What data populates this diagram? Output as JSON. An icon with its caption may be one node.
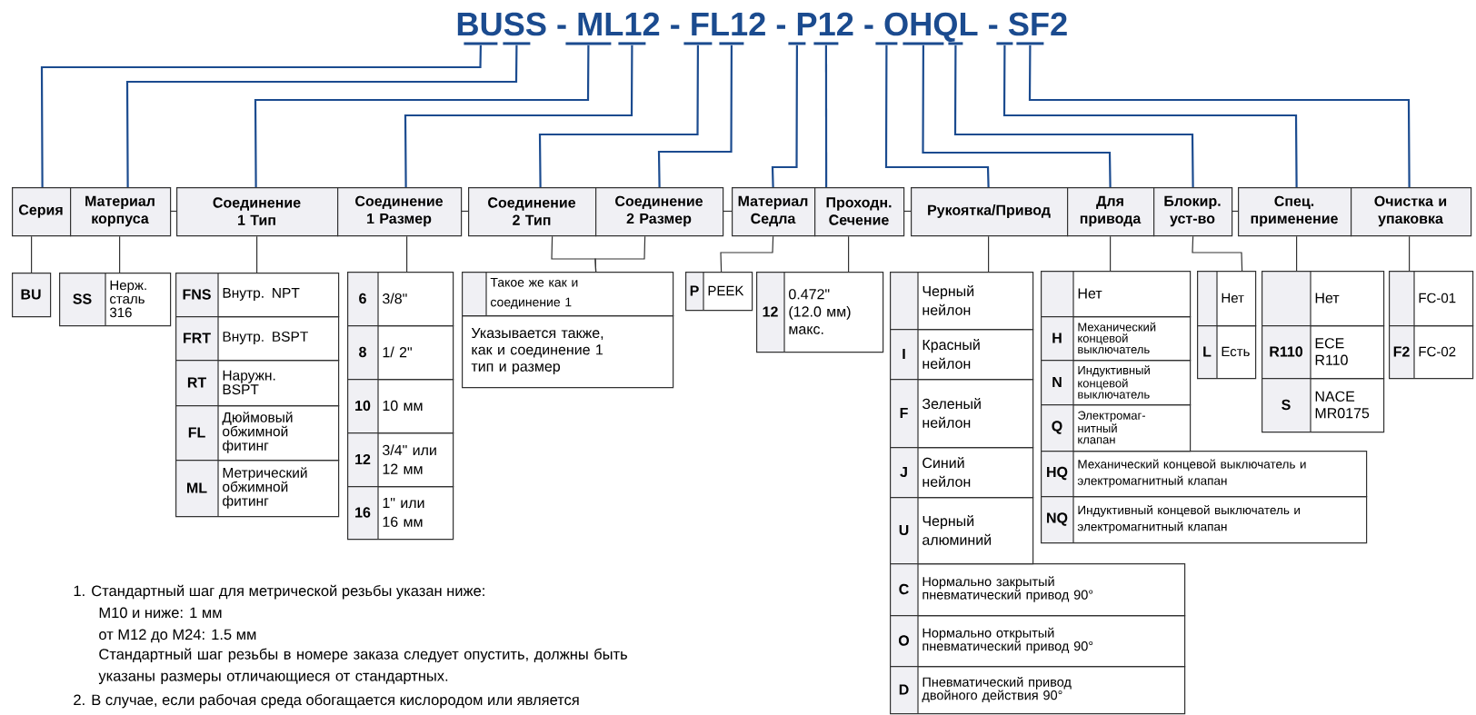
{
  "diagram": {
    "title": "BUSS - ML12 - FL12 - P12 - OHQL - SF2",
    "nodes": [
      {
        "text": [],
        "shape": "bar"
      },
      {
        "text": [],
        "shape": "bar"
      },
      {
        "text": [],
        "shape": "bar"
      },
      {
        "text": [],
        "shape": "bar"
      },
      {
        "text": [],
        "shape": "bar"
      },
      {
        "text": [],
        "shape": "bar"
      },
      {
        "text": [],
        "shape": "bar"
      },
      {
        "text": [],
        "shape": "bar"
      },
      {
        "text": [],
        "shape": "bar"
      },
      {
        "text": [],
        "shape": "bar"
      },
      {
        "text": [],
        "shape": "bar"
      },
      {
        "text": [],
        "shape": "bar"
      },
      {
        "text": [],
        "shape": "bar"
      },
      {
        "text": [
          "Серия"
        ]
      },
      {
        "text": [
          "Материал корпуса"
        ]
      },
      {
        "text": [
          "Соединение 1 Тип"
        ]
      },
      {
        "text": [
          "Соединение 1 Размер"
        ]
      },
      {
        "text": [
          "Соединение 2 Тип"
        ]
      },
      {
        "text": [
          "Соединение 2 Размер"
        ]
      },
      {
        "text": [
          "Материал Седла"
        ]
      },
      {
        "text": [
          "Проходн. Сечение"
        ]
      },
      {
        "text": [
          "Рукоятка/Привод"
        ]
      },
      {
        "text": [
          "Для привода"
        ]
      },
      {
        "text": [
          "Блокир. уст-во"
        ]
      },
      {
        "text": [
          "Спец. применение"
        ]
      },
      {
        "text": [
          "Очистка и упаковка"
        ]
      },
      {
        "text": [
          "BU"
        ]
      },
      {
        "text": [
          "SS",
          "Нерж. сталь 316"
        ]
      },
      {
        "text": [
          "FNS",
          "Внутр. NPT"
        ]
      },
      {
        "text": [
          "FRT",
          "Внутр. BSPT"
        ]
      },
      {
        "text": [
          "RT",
          "Наружн. BSPT"
        ]
      },
      {
        "text": [
          "FL",
          "Дюймовый обжимной фитинг"
        ]
      },
      {
        "text": [
          "ML",
          "Метрический обжимной фитинг"
        ]
      },
      {
        "text": [
          "6",
          "3/8\""
        ]
      },
      {
        "text": [
          "8",
          "1/ 2\""
        ]
      },
      {
        "text": [
          "10",
          "10 мм"
        ]
      },
      {
        "text": [
          "12",
          "3/4\" или 12 мм"
        ]
      },
      {
        "text": [
          "16",
          "1\" или 16 мм"
        ]
      },
      {
        "text": [
          "Такое же как и соединение 1"
        ]
      },
      {
        "text": [
          "Указывается также, как и соединение 1 тип и размер"
        ]
      },
      {
        "text": [
          "P",
          "PEEK"
        ]
      },
      {
        "text": [
          "12",
          "0.472\" (12.0 мм) макс."
        ]
      },
      {
        "text": [
          "Черный нейлон"
        ]
      },
      {
        "text": [
          "I",
          "Красный нейлон"
        ]
      },
      {
        "text": [
          "F",
          "Зеленый нейлон"
        ]
      },
      {
        "text": [
          "J",
          "Синий нейлон"
        ]
      },
      {
        "text": [
          "U",
          "Черный алюминий"
        ]
      },
      {
        "text": [
          "C",
          "Нормально закрытый пневматический привод 90°"
        ]
      },
      {
        "text": [
          "O",
          "Нормально открытый пневматический привод 90°"
        ]
      },
      {
        "text": [
          "D",
          "Пневматический привод двойного действия 90°"
        ]
      },
      {
        "text": [
          "Нет"
        ]
      },
      {
        "text": [
          "H",
          "Механический концевой выключатель"
        ]
      },
      {
        "text": [
          "N",
          "Индуктивный концевой выключатель"
        ]
      },
      {
        "text": [
          "Q",
          "Электромаг- нитный клапан"
        ]
      },
      {
        "text": [
          "HQ",
          "Механический концевой выключатель и электромагнитный клапан"
        ]
      },
      {
        "text": [
          "NQ",
          "Индуктивный концевой выключатель и электромагнитный клапан"
        ]
      },
      {
        "text": [
          "Нет"
        ]
      },
      {
        "text": [
          "L",
          "Есть"
        ]
      },
      {
        "text": [
          "Нет"
        ]
      },
      {
        "text": [
          "R110",
          "ECE R110"
        ]
      },
      {
        "text": [
          "S",
          "NACE MR0175"
        ]
      },
      {
        "text": [
          "FC-01"
        ]
      },
      {
        "text": [
          "F2",
          "FC-02"
        ]
      }
    ],
    "edges": [
      {
        "from": 0,
        "to": 13,
        "arrow": "none",
        "color": "#1b4b8f"
      },
      {
        "from": 1,
        "to": 14,
        "arrow": "none",
        "color": "#1b4b8f"
      },
      {
        "from": 2,
        "to": 15,
        "arrow": "none",
        "color": "#1b4b8f"
      },
      {
        "from": 3,
        "to": 16,
        "arrow": "none",
        "color": "#1b4b8f"
      },
      {
        "from": 4,
        "to": 17,
        "arrow": "none",
        "color": "#1b4b8f"
      },
      {
        "from": 5,
        "to": 18,
        "arrow": "none",
        "color": "#1b4b8f"
      },
      {
        "from": 6,
        "to": 19,
        "arrow": "none",
        "color": "#1b4b8f"
      },
      {
        "from": 7,
        "to": 20,
        "arrow": "none",
        "color": "#1b4b8f"
      },
      {
        "from": 8,
        "to": 21,
        "arrow": "none",
        "color": "#1b4b8f"
      },
      {
        "from": 9,
        "to": 22,
        "arrow": "none",
        "color": "#1b4b8f"
      },
      {
        "from": 10,
        "to": 23,
        "arrow": "none",
        "color": "#1b4b8f"
      },
      {
        "from": 11,
        "to": 24,
        "arrow": "none",
        "color": "#1b4b8f"
      },
      {
        "from": 12,
        "to": 25,
        "arrow": "none",
        "color": "#1b4b8f"
      },
      {
        "from": 13,
        "to": 26,
        "arrow": "none",
        "color": "#333333"
      },
      {
        "from": 14,
        "to": 27,
        "arrow": "none",
        "color": "#333333"
      },
      {
        "from": 15,
        "to": 28,
        "arrow": "none",
        "color": "#333333"
      },
      {
        "from": 16,
        "to": 33,
        "arrow": "none",
        "color": "#333333"
      },
      {
        "from": 17,
        "to": 38,
        "arrow": "none",
        "color": "#333333"
      },
      {
        "from": 18,
        "to": 38,
        "arrow": "none",
        "color": "#333333"
      },
      {
        "from": 19,
        "to": 40,
        "arrow": "none",
        "color": "#333333"
      },
      {
        "from": 20,
        "to": 41,
        "arrow": "none",
        "color": "#333333"
      },
      {
        "from": 21,
        "to": 42,
        "arrow": "none",
        "color": "#333333"
      },
      {
        "from": 22,
        "to": 50,
        "arrow": "none",
        "color": "#333333"
      },
      {
        "from": 23,
        "to": 56,
        "arrow": "none",
        "color": "#333333"
      },
      {
        "from": 24,
        "to": 58,
        "arrow": "none",
        "color": "#333333"
      },
      {
        "from": 25,
        "to": 61,
        "arrow": "none",
        "color": "#333333"
      }
    ],
    "labels": [
      "1. Стандартный шаг для метрической резьбы указан ниже:",
      "M10 и ниже: 1 мм",
      "от M12 до M24: 1.5 мм",
      "Стандартный шаг резьбы в номере заказа следует опустить, должны быть указаны размеры отличающиеся от стандартных.",
      "2. В случае, если рабочая среда обогащается кислородом или является"
    ]
  }
}
